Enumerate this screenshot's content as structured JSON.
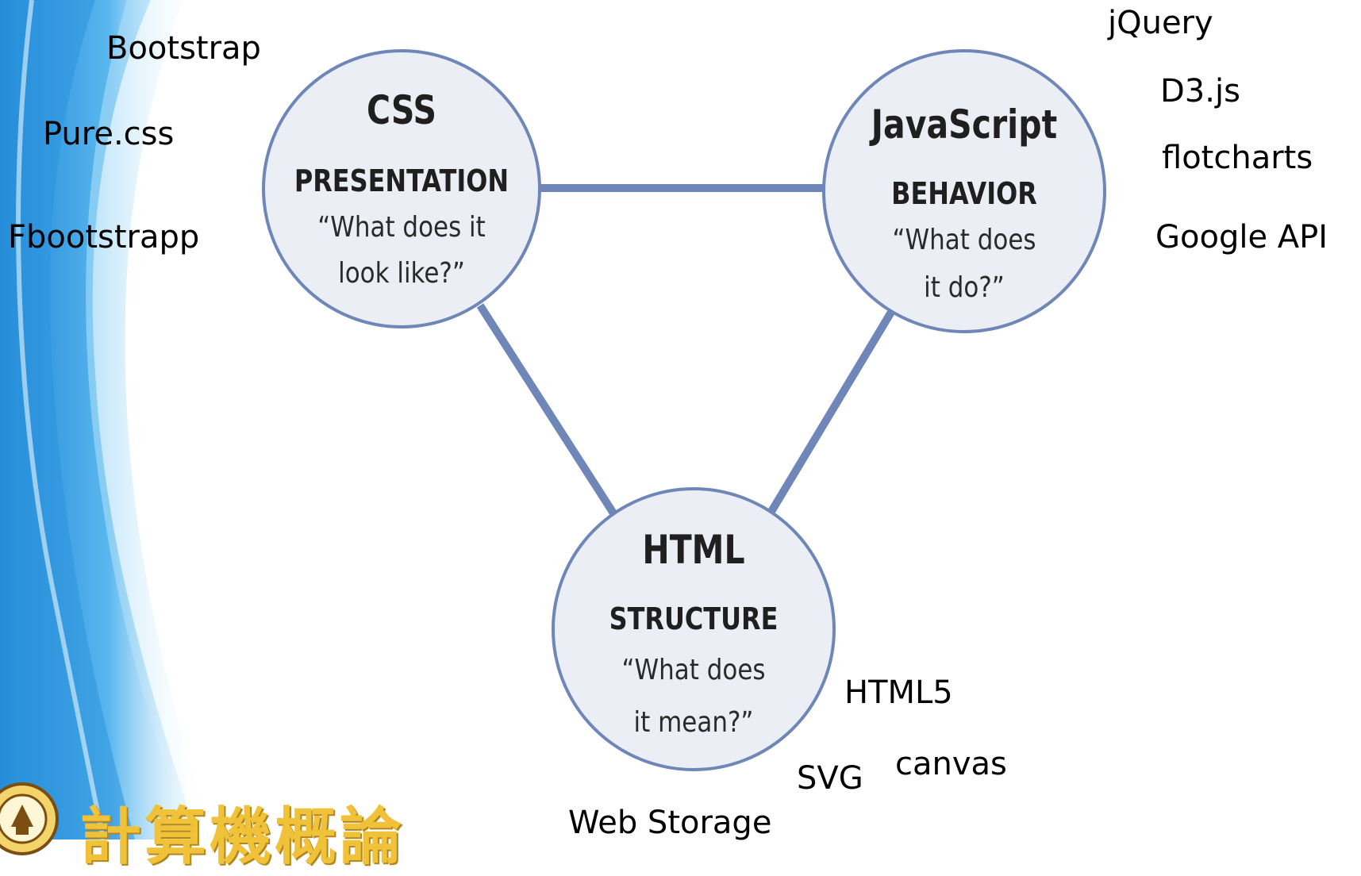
{
  "css_tools": [
    "Bootstrap",
    "Pure.css",
    "Fbootstrapp"
  ],
  "js_tools": [
    "jQuery",
    "D3.js",
    "flotcharts",
    "Google API"
  ],
  "html_tools": [
    "HTML5",
    "SVG",
    "canvas",
    "Web Storage"
  ],
  "nodes": {
    "css": {
      "title": "CSS",
      "role": "PRESENTATION",
      "question_line1": "“What does it",
      "question_line2": "look like?”"
    },
    "js": {
      "title": "JavaScript",
      "role": "BEHAVIOR",
      "question_line1": "“What does",
      "question_line2": "it do?”"
    },
    "html": {
      "title": "HTML",
      "role": "STRUCTURE",
      "question_line1": "“What does",
      "question_line2": "it mean?”"
    }
  },
  "logo": {
    "title": "計算機概論"
  },
  "colors": {
    "circle_fill": "#eceef5",
    "circle_border": "#6f87b8",
    "connector": "#6f87b8",
    "logo_gold": "#f0c23a",
    "bg_blue": "#3a9fe0"
  }
}
